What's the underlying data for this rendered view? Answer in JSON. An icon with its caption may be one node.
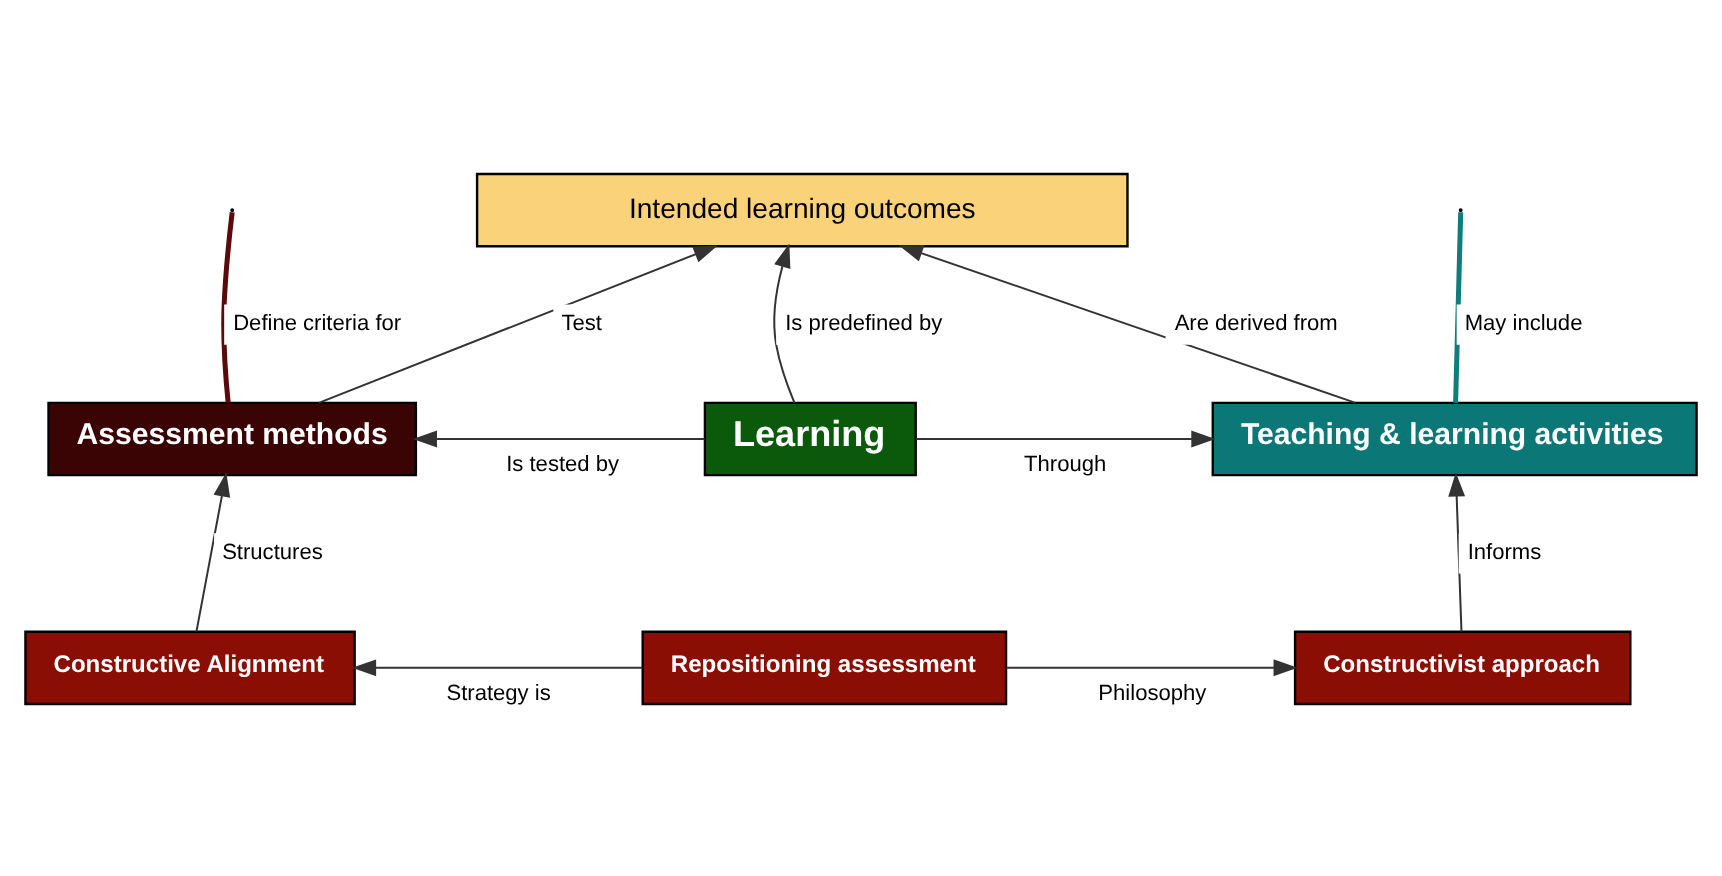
{
  "diagram": {
    "nodes": [
      {
        "text": [
          "Intended learning outcomes"
        ]
      },
      {
        "text": [
          "Assessment methods"
        ]
      },
      {
        "text": [
          "Learning"
        ]
      },
      {
        "text": [
          "Teaching & learning activities"
        ]
      },
      {
        "text": [
          "Constructive Alignment"
        ]
      },
      {
        "text": [
          "Repositioning assessment"
        ]
      },
      {
        "text": [
          "Constructivist approach"
        ]
      }
    ],
    "edges": [
      {
        "from": 1,
        "to": 0,
        "arrow": "to",
        "label": "Test"
      },
      {
        "from": 2,
        "to": 0,
        "arrow": "to",
        "label": "Is predefined by"
      },
      {
        "from": 3,
        "to": 0,
        "arrow": "to",
        "label": "Are derived from"
      },
      {
        "from": 2,
        "to": 1,
        "arrow": "to",
        "label": "Is tested by"
      },
      {
        "from": 2,
        "to": 3,
        "arrow": "to",
        "label": "Through"
      },
      {
        "from": 4,
        "to": 1,
        "arrow": "to",
        "label": "Structures"
      },
      {
        "from": 5,
        "to": 4,
        "arrow": "to",
        "label": "Strategy is"
      },
      {
        "from": 5,
        "to": 6,
        "arrow": "to",
        "label": "Philosophy"
      },
      {
        "from": 6,
        "to": 3,
        "arrow": "to",
        "label": "Informs"
      },
      {
        "from": 1,
        "to": null,
        "arrow": "none",
        "label": "Define criteria for",
        "style": "thick",
        "color": "#5a0a0a"
      },
      {
        "from": 3,
        "to": null,
        "arrow": "none",
        "label": "May include",
        "style": "thick",
        "color": "#117c7c"
      }
    ]
  }
}
